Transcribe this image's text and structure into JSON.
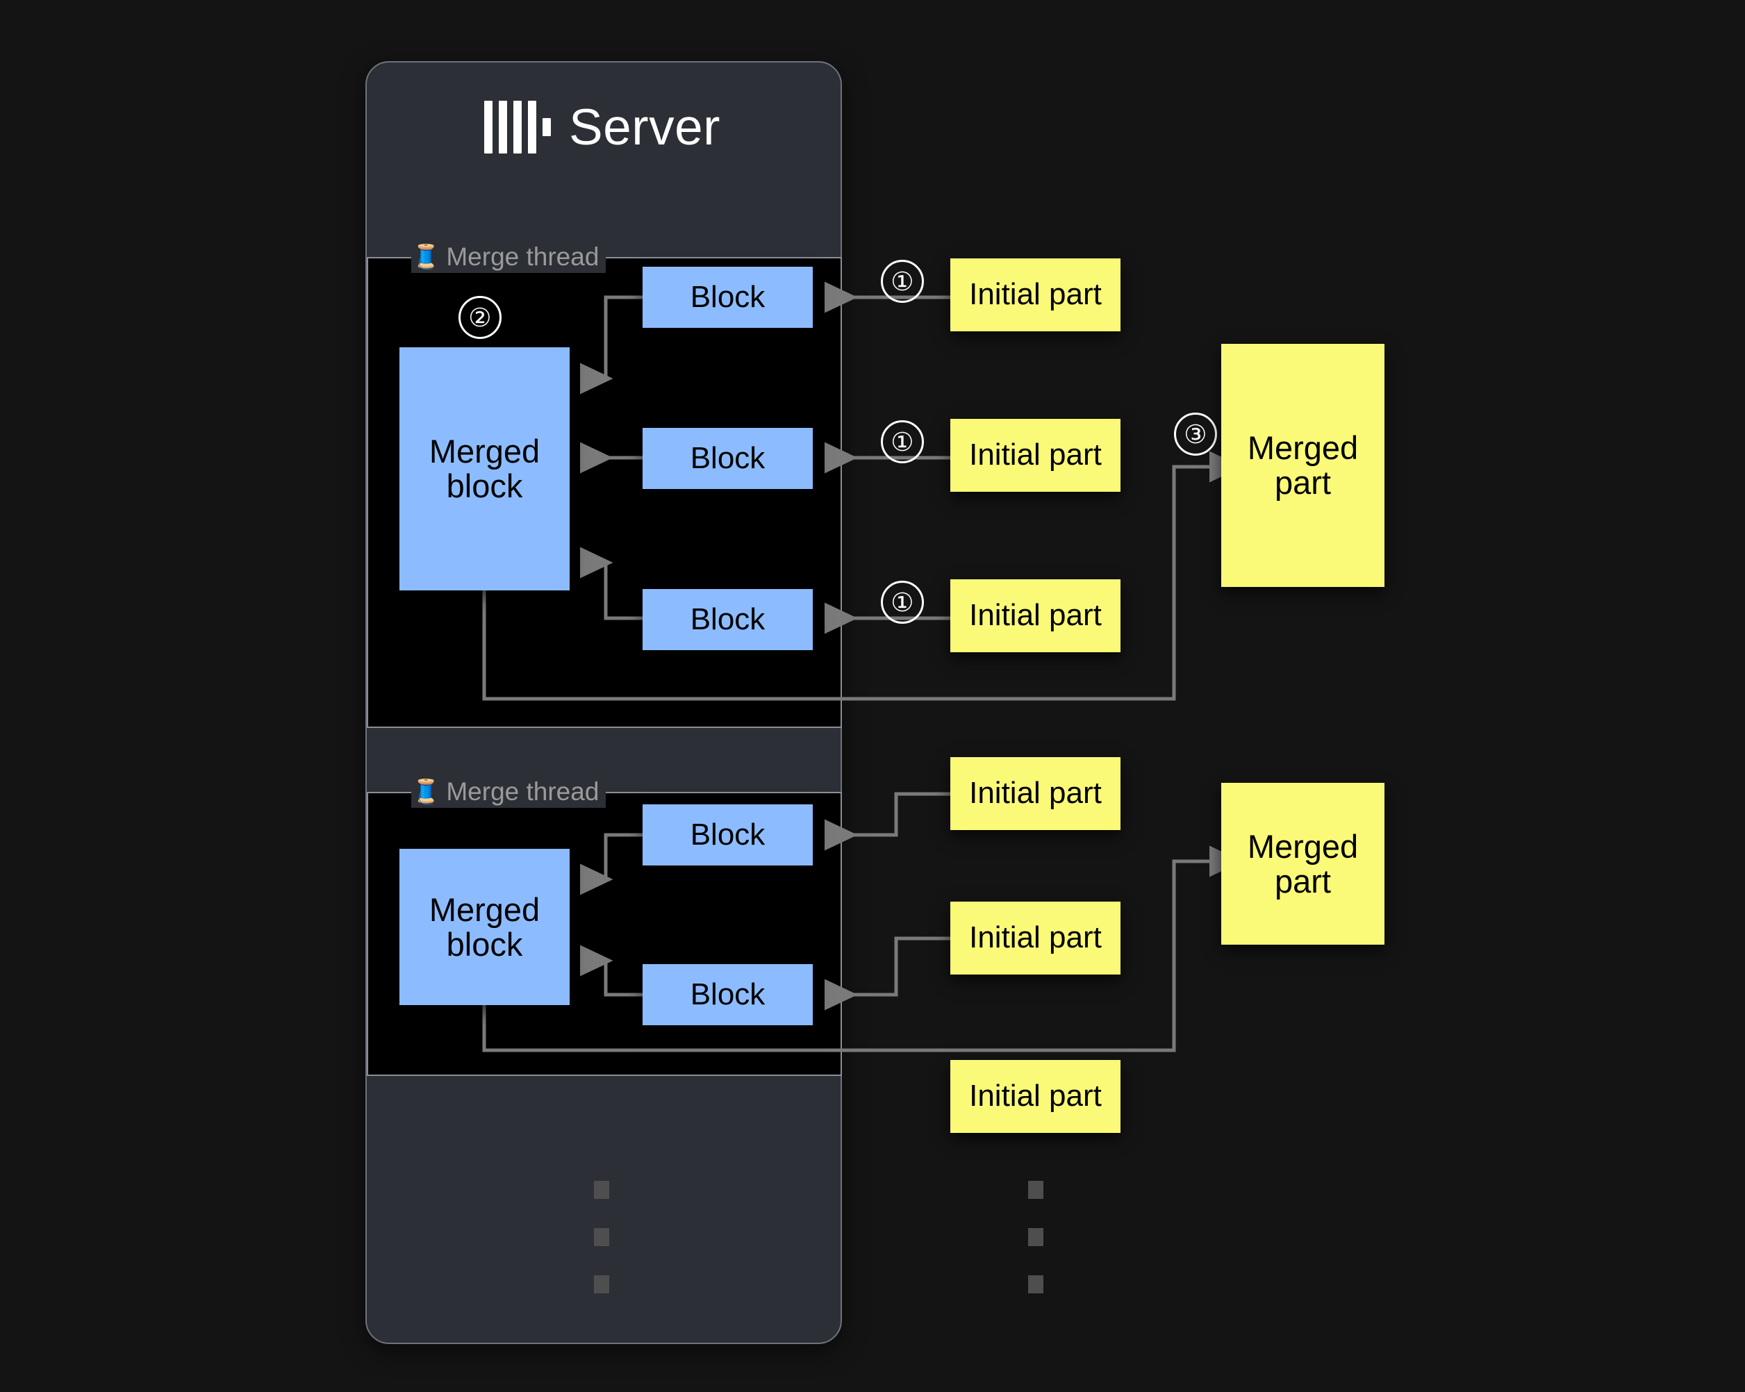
{
  "server": {
    "title": "Server",
    "logo_icon": "clickhouse-logo"
  },
  "threads": [
    {
      "label": "Merge thread",
      "icon": "thread-spool-icon",
      "merged_block_label": "Merged block",
      "blocks": [
        "Block",
        "Block",
        "Block"
      ]
    },
    {
      "label": "Merge thread",
      "icon": "thread-spool-icon",
      "merged_block_label": "Merged block",
      "blocks": [
        "Block",
        "Block"
      ]
    }
  ],
  "parts": {
    "initial": [
      "Initial part",
      "Initial part",
      "Initial part",
      "Initial part",
      "Initial part",
      "Initial part"
    ],
    "merged": [
      "Merged part",
      "Merged part"
    ]
  },
  "steps": {
    "one": "①",
    "two": "②",
    "three": "③"
  },
  "ellipsis": {
    "glyph": "vertical-ellipsis"
  },
  "colors": {
    "background": "#141414",
    "panel": "#2c2f36",
    "panel_border": "#6e737c",
    "thread_bg": "#000000",
    "thread_border": "#8a8f96",
    "block": "#8cbcff",
    "part": "#fafa78",
    "wire": "#7a7a7a",
    "label_text": "#9a9a9a",
    "title_text": "#ffffff"
  }
}
